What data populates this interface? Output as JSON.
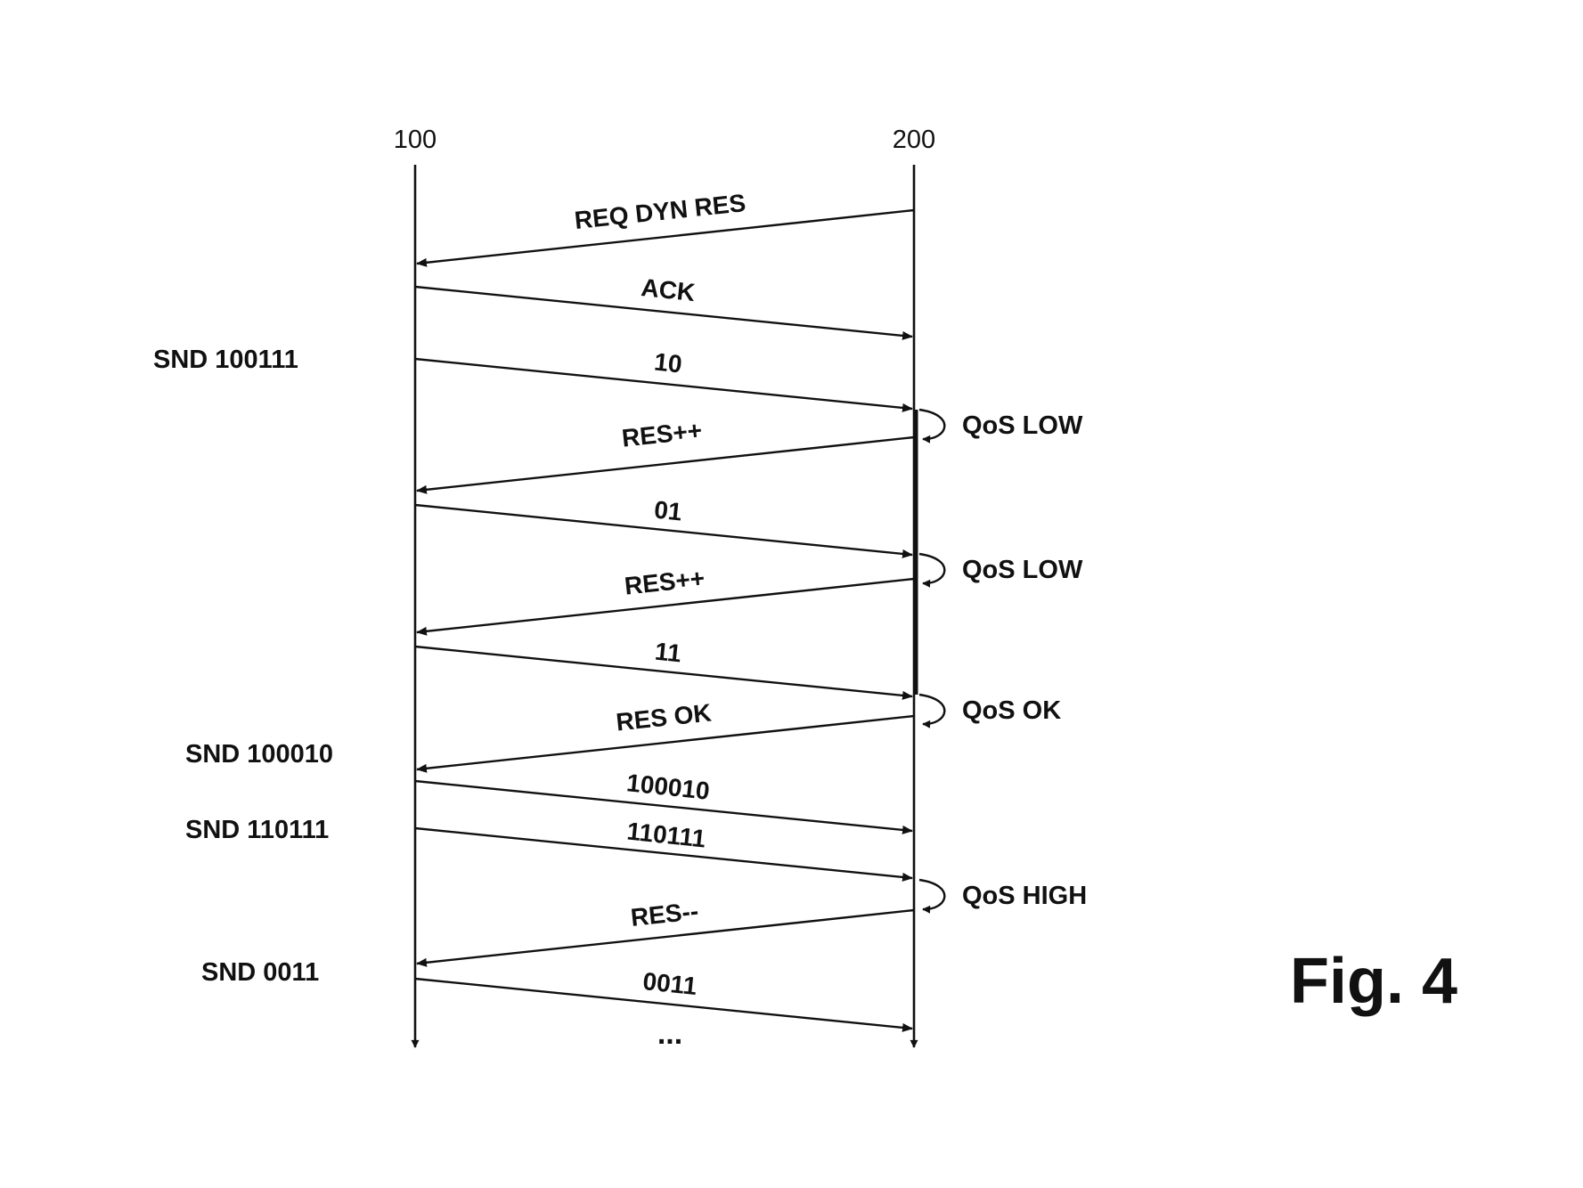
{
  "lifelines": [
    {
      "id": "left",
      "label": "100"
    },
    {
      "id": "right",
      "label": "200"
    }
  ],
  "messages": [
    {
      "label": "REQ DYN RES",
      "from": "right",
      "to": "left"
    },
    {
      "label": "ACK",
      "from": "left",
      "to": "right"
    },
    {
      "label": "10",
      "from": "left",
      "to": "right"
    },
    {
      "label": "RES++",
      "from": "right",
      "to": "left"
    },
    {
      "label": "01",
      "from": "left",
      "to": "right"
    },
    {
      "label": "RES++",
      "from": "right",
      "to": "left"
    },
    {
      "label": "11",
      "from": "left",
      "to": "right"
    },
    {
      "label": "RES OK",
      "from": "right",
      "to": "left"
    },
    {
      "label": "100010",
      "from": "left",
      "to": "right"
    },
    {
      "label": "110111",
      "from": "left",
      "to": "right"
    },
    {
      "label": "RES--",
      "from": "right",
      "to": "left"
    },
    {
      "label": "0011",
      "from": "left",
      "to": "right"
    }
  ],
  "side_notes": [
    "SND 100111",
    "SND 100010",
    "SND 110111",
    "SND 0011"
  ],
  "qos_notes": [
    "QoS LOW",
    "QoS LOW",
    "QoS OK",
    "QoS HIGH"
  ],
  "ellipsis": "...",
  "figure_label": "Fig. 4"
}
